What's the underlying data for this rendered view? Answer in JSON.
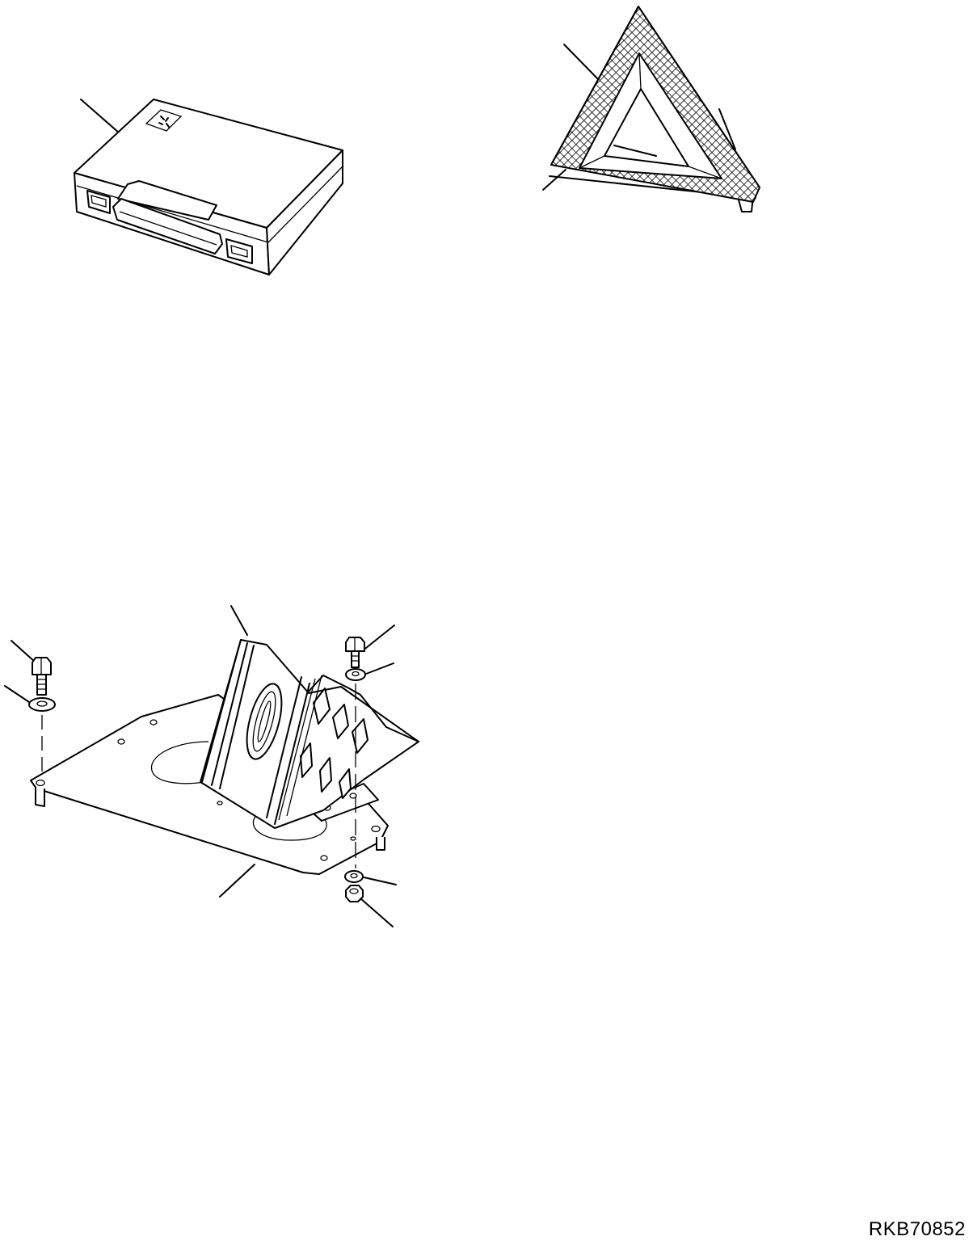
{
  "drawing_code": "RKB70852",
  "parts": {
    "first_aid_kit": "first-aid-kit-case",
    "warning_triangle": "warning-triangle",
    "wheel_chock": "wheel-chock-with-bracket"
  },
  "colors": {
    "line": "#000000",
    "background": "#ffffff"
  }
}
